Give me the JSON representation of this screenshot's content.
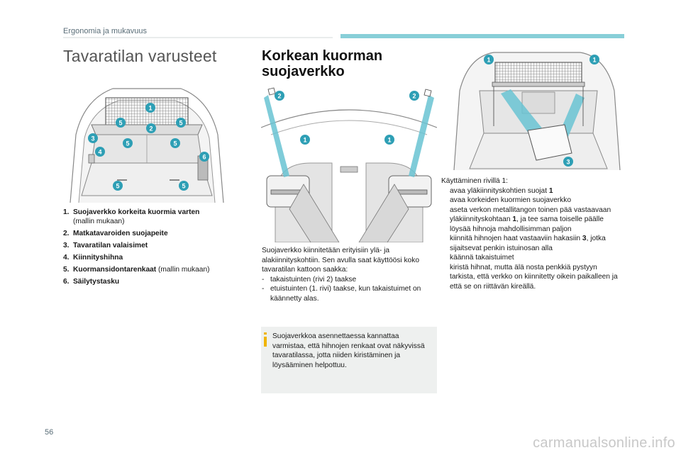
{
  "header": {
    "title": "Ergonomia ja mukavuus"
  },
  "left_column": {
    "section_title": "Tavaratilan varusteet",
    "parts": [
      {
        "num": "1.",
        "name": "Suojaverkko korkeita kuormia varten",
        "note": "(mallin mukaan)"
      },
      {
        "num": "2.",
        "name": "Matkatavaroiden suojapeite",
        "note": ""
      },
      {
        "num": "3.",
        "name": "Tavaratilan valaisimet",
        "note": ""
      },
      {
        "num": "4.",
        "name": "Kiinnityshihna",
        "note": ""
      },
      {
        "num": "5.",
        "name": "Kuormansidontarenkaat",
        "note": "(mallin mukaan)"
      },
      {
        "num": "6.",
        "name": "Säilytystasku",
        "note": ""
      }
    ],
    "callouts": [
      "1",
      "2",
      "3",
      "4",
      "5",
      "6"
    ]
  },
  "center_column": {
    "title": "Korkean kuorman suojaverkko",
    "intro": "Suojaverkko kiinnitetään erityisiin ylä- ja alakiinnityskohtiin. Sen avulla saat käyttöösi koko tavaratilan kattoon saakka:",
    "dash_items": [
      "takaistuinten (rivi 2) taakse",
      "etuistuinten (1. rivi) taakse, kun takaistuimet on käännetty alas."
    ],
    "dash_symbol": "-",
    "note": "Suojaverkkoa asennettaessa kannattaa varmistaa, että hihnojen renkaat ovat näkyvissä tavaratilassa, jotta niiden kiristäminen ja löysääminen helpottuu.",
    "callouts": [
      "2",
      "1"
    ]
  },
  "right_column": {
    "heading": "Käyttäminen rivillä 1:",
    "bullet_symbol": "",
    "steps": [
      {
        "pre": "avaa yläkiinnityskohtien suojat ",
        "bold": "1",
        "post": ""
      },
      {
        "pre": "avaa korkeiden kuormien suojaverkko",
        "bold": "",
        "post": ""
      },
      {
        "pre": "aseta verkon metallitangon toinen pää vastaavaan yläkiinnityskohtaan ",
        "bold": "1",
        "post": ", ja tee sama toiselle päälle"
      },
      {
        "pre": "löysää hihnoja mahdollisimman paljon",
        "bold": "",
        "post": ""
      },
      {
        "pre": "kiinnitä hihnojen haat vastaaviin hakasiin ",
        "bold": "3",
        "post": ", jotka sijaitsevat penkin istuinosan alla"
      },
      {
        "pre": "käännä takaistuimet",
        "bold": "",
        "post": ""
      },
      {
        "pre": "kiristä hihnat, mutta älä nosta penkkiä pystyyn",
        "bold": "",
        "post": ""
      },
      {
        "pre": "tarkista, että verkko on kiinnitetty oikein paikalleen ja että se on riittävän kireällä.",
        "bold": "",
        "post": ""
      }
    ],
    "callouts": [
      "1",
      "3"
    ]
  },
  "footer": {
    "page_number": "56",
    "watermark": "carmanualsonline.info"
  },
  "colors": {
    "accent": "#88cfd8",
    "callout": "#2e9fb5",
    "note_icon": "#f0b400"
  }
}
